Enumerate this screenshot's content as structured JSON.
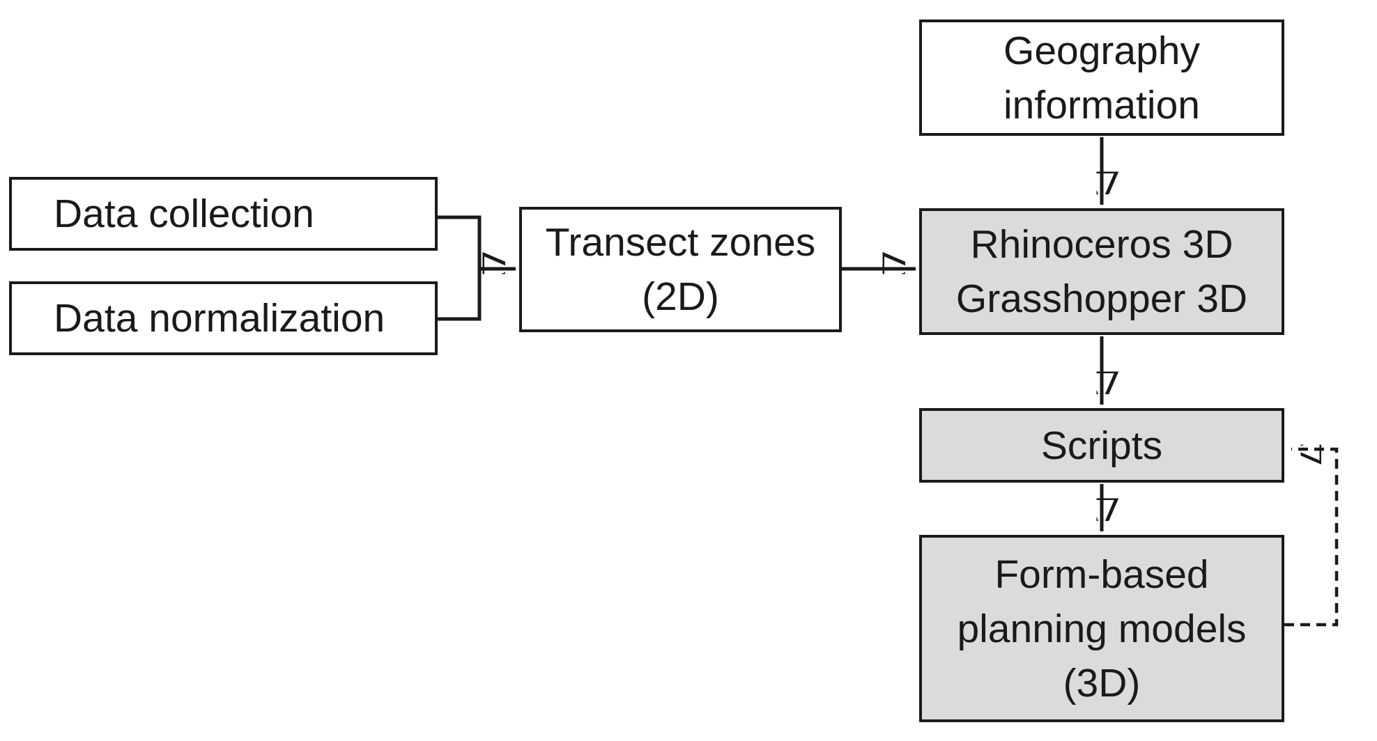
{
  "diagram": {
    "type": "flowchart",
    "background_color": "#ffffff",
    "colors": {
      "box_border": "#1a1a1a",
      "line": "#1a1a1a",
      "text": "#1a1a1a",
      "input_box_fill": "#ffffff",
      "process_box_fill": "#dbdbdb"
    },
    "nodes": {
      "data_collection": {
        "lines": [
          "Data collection"
        ],
        "fill": "white"
      },
      "data_normalization": {
        "lines": [
          "Data normalization"
        ],
        "fill": "white"
      },
      "transect_zones": {
        "lines": [
          "Transect zones",
          "(2D)"
        ],
        "fill": "white"
      },
      "geography_information": {
        "lines": [
          "Geography",
          "information"
        ],
        "fill": "white"
      },
      "rhinoceros_grasshopper": {
        "lines": [
          "Rhinoceros 3D",
          "Grasshopper 3D"
        ],
        "fill": "gray"
      },
      "scripts": {
        "lines": [
          "Scripts"
        ],
        "fill": "gray"
      },
      "form_based_models": {
        "lines": [
          "Form-based",
          "planning models",
          "(3D)"
        ],
        "fill": "gray"
      }
    },
    "connectors": [
      {
        "from": "data_collection",
        "to": "transect_zones",
        "style": "solid",
        "arrowhead": true
      },
      {
        "from": "data_normalization",
        "to": "transect_zones",
        "style": "solid",
        "arrowhead": true
      },
      {
        "from": "transect_zones",
        "to": "rhinoceros_grasshopper",
        "style": "solid",
        "arrowhead": true
      },
      {
        "from": "geography_information",
        "to": "rhinoceros_grasshopper",
        "style": "solid",
        "arrowhead": true
      },
      {
        "from": "rhinoceros_grasshopper",
        "to": "scripts",
        "style": "solid",
        "arrowhead": true
      },
      {
        "from": "scripts",
        "to": "form_based_models",
        "style": "solid",
        "arrowhead": true
      },
      {
        "from": "form_based_models",
        "to": "scripts",
        "style": "dashed",
        "arrowhead": true
      }
    ]
  }
}
